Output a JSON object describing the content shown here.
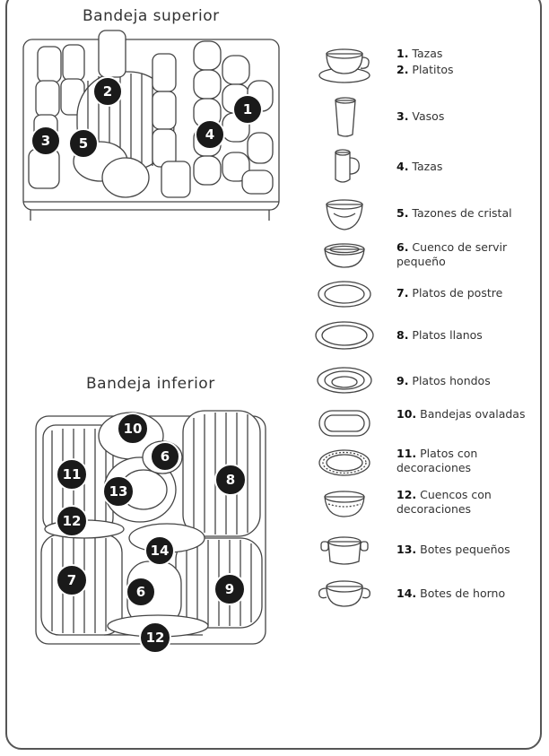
{
  "upper_tray": {
    "title": "Bandeja superior",
    "markers": [
      "1",
      "2",
      "3",
      "4",
      "5"
    ]
  },
  "lower_tray": {
    "title": "Bandeja inferior",
    "markers": [
      "10",
      "6",
      "11",
      "8",
      "13",
      "12",
      "14",
      "7",
      "9",
      "6",
      "12"
    ]
  },
  "legend": [
    {
      "num": "1.",
      "text": " Tazas",
      "icon": "cup-saucer-icon"
    },
    {
      "num": "2.",
      "text": " Platitos",
      "icon": "cup-saucer-icon"
    },
    {
      "num": "3.",
      "text": " Vasos",
      "icon": "glass-icon"
    },
    {
      "num": "4.",
      "text": " Tazas",
      "icon": "mug-icon"
    },
    {
      "num": "5.",
      "text": " Tazones de cristal",
      "icon": "glass-bowl-icon"
    },
    {
      "num": "6.",
      "text": "  Cuenco de servir pequeño",
      "icon": "small-bowl-icon"
    },
    {
      "num": "7.",
      "text": " Platos de postre",
      "icon": "dessert-plate-icon"
    },
    {
      "num": "8.",
      "text": " Platos llanos",
      "icon": "dinner-plate-icon"
    },
    {
      "num": "9.",
      "text": " Platos hondos",
      "icon": "soup-plate-icon"
    },
    {
      "num": "10.",
      "text": " Bandejas ovaladas",
      "icon": "oval-platter-icon"
    },
    {
      "num": "11.",
      "text": "  Platos con decoraciones",
      "icon": "decorated-plate-icon"
    },
    {
      "num": "12.",
      "text": " Cuencos con decoraciones",
      "icon": "decorated-bowl-icon"
    },
    {
      "num": "13.",
      "text": " Botes pequeños",
      "icon": "small-pot-icon"
    },
    {
      "num": "14.",
      "text": " Botes de horno",
      "icon": "oven-pot-icon"
    }
  ]
}
